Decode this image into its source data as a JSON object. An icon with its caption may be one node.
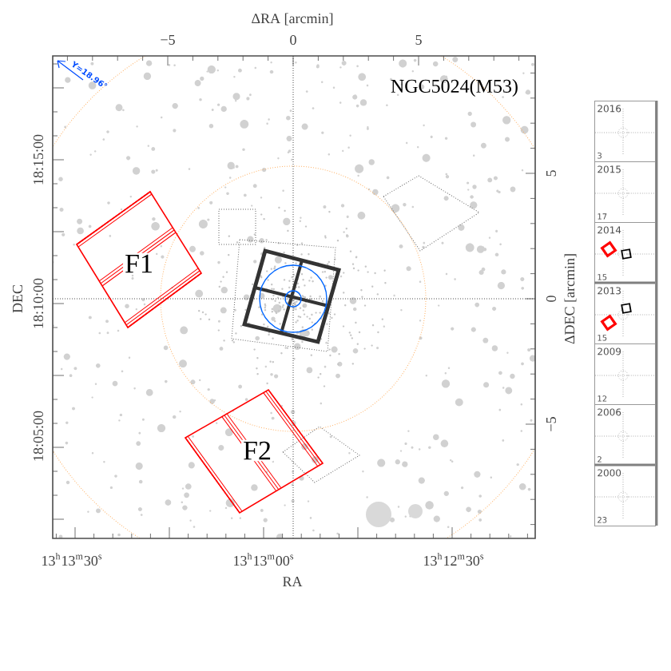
{
  "diagram": {
    "title": "NGC5024(M53)",
    "nodes": [
      {
        "text": [
          "F1"
        ]
      },
      {
        "text": [
          "F2"
        ]
      },
      {
        "text": [
          "2016",
          "3"
        ]
      },
      {
        "text": [
          "2015",
          "17"
        ]
      },
      {
        "text": [
          "2014",
          "15"
        ]
      },
      {
        "text": [
          "2013",
          "15"
        ]
      },
      {
        "text": [
          "2009",
          "12"
        ]
      },
      {
        "text": [
          "2006",
          "2"
        ]
      },
      {
        "text": [
          "2000",
          "23"
        ]
      }
    ],
    "labels": [
      "ΔRA [arcmin]",
      "−5",
      "0",
      "5",
      "Y=18.96°",
      "ΔDEC [arcmin]",
      "5",
      "0",
      "−5",
      "DEC",
      "18:15:00",
      "18:10:00",
      "18:05:00",
      "13$^{h}$13$^{m}$30$^{s}$",
      "13$^{h}$13$^{m}$00$^{s}$",
      "13$^{h}$12$^{m}$30$^{s}$",
      "RA"
    ]
  }
}
